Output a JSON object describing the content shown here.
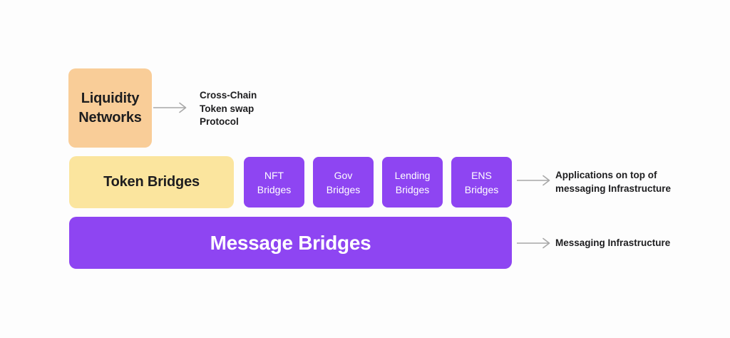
{
  "colors": {
    "background": "#fdfdfd",
    "liquidity_box_fill": "#f9cd98",
    "token_box_fill": "#fbe59e",
    "purple_box_fill": "#8e45f2",
    "arrow_stroke": "#a8a8a8",
    "dark_text": "#1d1d1f",
    "light_text": "#ffffff"
  },
  "diagram": {
    "liquidity_box": {
      "label": "Liquidity Networks",
      "lines": [
        "Liquidity",
        "Networks"
      ]
    },
    "liquidity_annotation": {
      "lines": [
        "Cross-Chain",
        "Token swap",
        "Protocol"
      ]
    },
    "token_box": {
      "label": "Token Bridges"
    },
    "app_boxes": [
      {
        "label": "NFT Bridges",
        "lines": [
          "NFT",
          "Bridges"
        ]
      },
      {
        "label": "Gov Bridges",
        "lines": [
          "Gov",
          "Bridges"
        ]
      },
      {
        "label": "Lending Bridges",
        "lines": [
          "Lending",
          "Bridges"
        ]
      },
      {
        "label": "ENS Bridges",
        "lines": [
          "ENS",
          "Bridges"
        ]
      }
    ],
    "apps_annotation": {
      "lines": [
        "Applications on top of",
        "messaging Infrastructure"
      ]
    },
    "message_box": {
      "label": "Message Bridges"
    },
    "message_annotation": {
      "label": "Messaging Infrastructure"
    }
  }
}
